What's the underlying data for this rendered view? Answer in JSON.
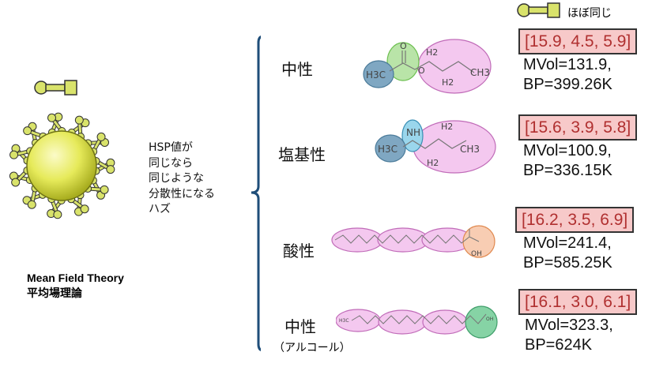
{
  "legend": {
    "label": "ほぼ同じ"
  },
  "model": {
    "title_en": "Mean Field Theory",
    "title_ja": "平均場理論"
  },
  "note": {
    "lines": [
      "HSP値が",
      "同じなら",
      "同じような",
      "分散性になる",
      "ハズ"
    ]
  },
  "molecules": [
    {
      "category": "中性",
      "hsp": "[15.9, 4.5, 5.9]",
      "mvol": "MVol=131.9,",
      "bp": "BP=399.26K"
    },
    {
      "category": "塩基性",
      "hsp": "[15.6, 3.9, 5.8]",
      "mvol": "MVol=100.9,",
      "bp": "BP=336.15K"
    },
    {
      "category": "酸性",
      "hsp": "[16.2, 3.5, 6.9]",
      "mvol": "MVol=241.4,",
      "bp": "BP=585.25K"
    },
    {
      "category": "中性",
      "sub": "（アルコール）",
      "hsp": "[16.1, 3.0, 6.1]",
      "mvol": "MVol=323.3,",
      "bp": "BP=624K"
    }
  ],
  "chem_labels": {
    "h3c": "H3C",
    "o": "O",
    "h2": "H2",
    "ch3": "CH3",
    "nh": "NH",
    "oh": "OH",
    "h3c_small": "H3C"
  },
  "colors": {
    "hsp_box_fill": "#f7c9c9",
    "hsp_text": "#b03030",
    "blue_group": "#7fa7c2",
    "green_group": "#b9e4a8",
    "pink_group": "#f4c8ef",
    "orange_group": "#f8cdb3",
    "teal_group": "#86d3a5",
    "ligand": "#d9e36b"
  }
}
